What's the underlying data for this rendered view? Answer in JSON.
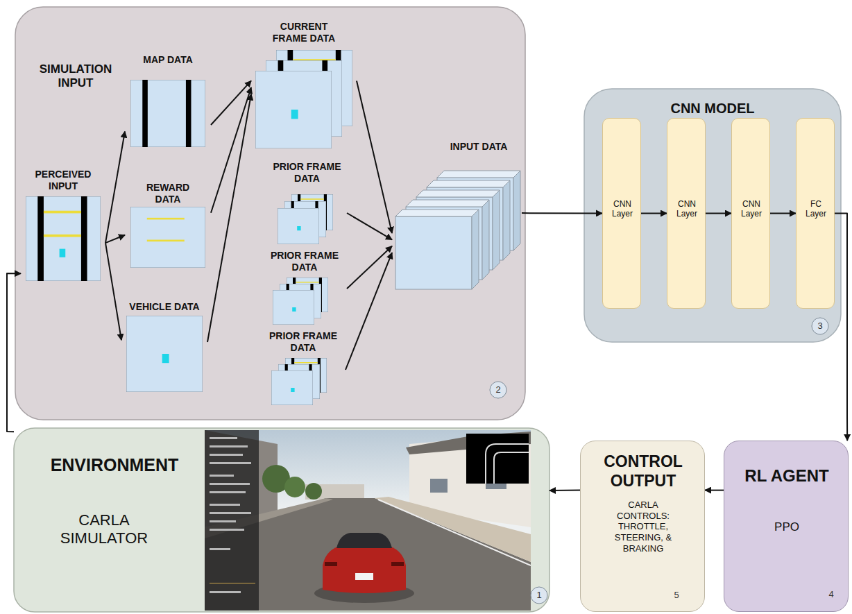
{
  "diagram": {
    "nodes": [
      {
        "text": [
          "SIMULATION INPUT"
        ]
      },
      {
        "text": [
          "PERCEIVED INPUT"
        ],
        "in": 0
      },
      {
        "text": [
          "MAP DATA"
        ],
        "in": 0
      },
      {
        "text": [
          "REWARD DATA"
        ],
        "in": 0
      },
      {
        "text": [
          "VEHICLE DATA"
        ],
        "in": 0
      },
      {
        "text": [
          "CURRENT FRAME DATA"
        ],
        "in": 0
      },
      {
        "text": [
          "PRIOR FRAME DATA"
        ],
        "in": 0
      },
      {
        "text": [
          "PRIOR FRAME DATA"
        ],
        "in": 0
      },
      {
        "text": [
          "PRIOR FRAME DATA"
        ],
        "in": 0
      },
      {
        "text": [
          "INPUT DATA"
        ],
        "in": 0
      },
      {
        "text": [
          "CNN MODEL"
        ]
      },
      {
        "text": [
          "CNN Layer"
        ],
        "in": 10
      },
      {
        "text": [
          "CNN Layer"
        ],
        "in": 10
      },
      {
        "text": [
          "CNN Layer"
        ],
        "in": 10
      },
      {
        "text": [
          "FC Layer"
        ],
        "in": 10
      },
      {
        "text": [
          "RL AGENT",
          "PPO"
        ]
      },
      {
        "text": [
          "CONTROL OUTPUT",
          "CARLA CONTROLS: THROTTLE, STEERING, & BRAKING"
        ]
      },
      {
        "text": [
          "ENVIRONMENT",
          "CARLA SIMULATOR"
        ]
      }
    ],
    "edges": [
      {
        "from": 1,
        "to": 2,
        "arrow": "to"
      },
      {
        "from": 1,
        "to": 3,
        "arrow": "to"
      },
      {
        "from": 1,
        "to": 4,
        "arrow": "to"
      },
      {
        "from": 2,
        "to": 5,
        "arrow": "to"
      },
      {
        "from": 3,
        "to": 5,
        "arrow": "to"
      },
      {
        "from": 4,
        "to": 5,
        "arrow": "to"
      },
      {
        "from": 5,
        "to": 9,
        "arrow": "to"
      },
      {
        "from": 6,
        "to": 9,
        "arrow": "to"
      },
      {
        "from": 7,
        "to": 9,
        "arrow": "to"
      },
      {
        "from": 8,
        "to": 9,
        "arrow": "to"
      },
      {
        "from": 9,
        "to": 11,
        "arrow": "to"
      },
      {
        "from": 11,
        "to": 12,
        "arrow": "to"
      },
      {
        "from": 12,
        "to": 13,
        "arrow": "to"
      },
      {
        "from": 13,
        "to": 14,
        "arrow": "to"
      },
      {
        "from": 14,
        "to": 15,
        "arrow": "to"
      },
      {
        "from": 15,
        "to": 16,
        "arrow": "to"
      },
      {
        "from": 16,
        "to": 17,
        "arrow": "to"
      },
      {
        "from": 17,
        "to": 1,
        "arrow": "to"
      }
    ],
    "labels": [
      "2",
      "3",
      "1",
      "5",
      "4"
    ]
  }
}
